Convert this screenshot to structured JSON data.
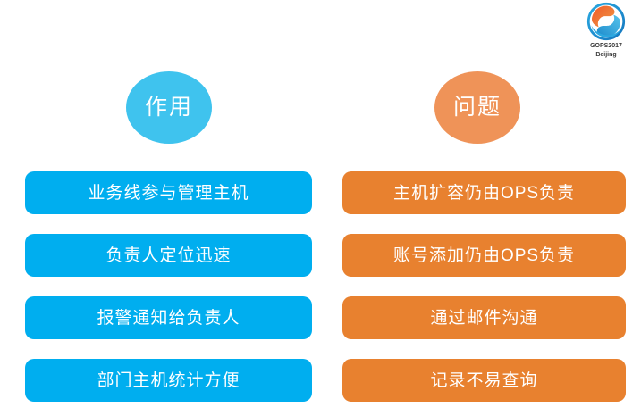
{
  "logo": {
    "icon": "gops-swoosh-logo-icon",
    "line1": "GOPS2017",
    "line2": "Beijing"
  },
  "colors": {
    "pill_blue": "#00aeef",
    "pill_orange": "#e8812f",
    "circle_blue": "#3fc3ee",
    "circle_orange": "#ef9358",
    "background": "#ffffff",
    "text_on_fill": "#ffffff",
    "logo_caption": "#3b3b3b"
  },
  "columns": [
    {
      "id": "benefits",
      "heading": "作用",
      "items": [
        "业务线参与管理主机",
        "负责人定位迅速",
        "报警通知给负责人",
        "部门主机统计方便"
      ]
    },
    {
      "id": "problems",
      "heading": "问题",
      "items": [
        "主机扩容仍由OPS负责",
        "账号添加仍由OPS负责",
        "通过邮件沟通",
        "记录不易查询"
      ]
    }
  ]
}
